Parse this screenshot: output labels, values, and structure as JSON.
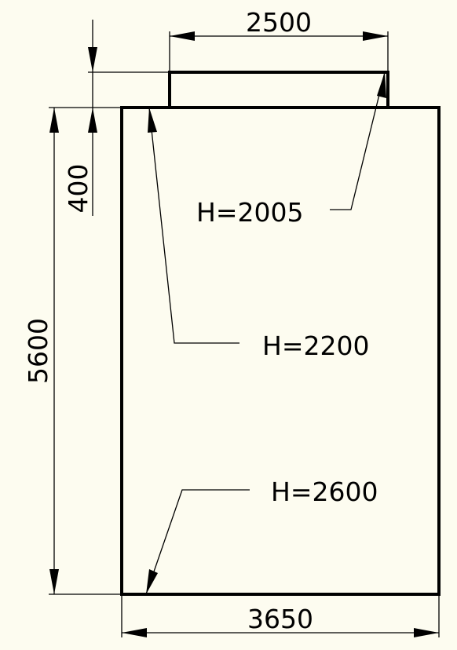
{
  "drawing": {
    "background": "#fdfcf0",
    "line_color": "#000000",
    "dimensions": {
      "top_width": "2500",
      "bottom_width": "3650",
      "left_height": "5600",
      "offset_height": "400"
    },
    "annotations": {
      "annex_height": "H=2005",
      "top_left_corner_height": "H=2200",
      "bottom_left_corner_height": "H=2600"
    }
  }
}
